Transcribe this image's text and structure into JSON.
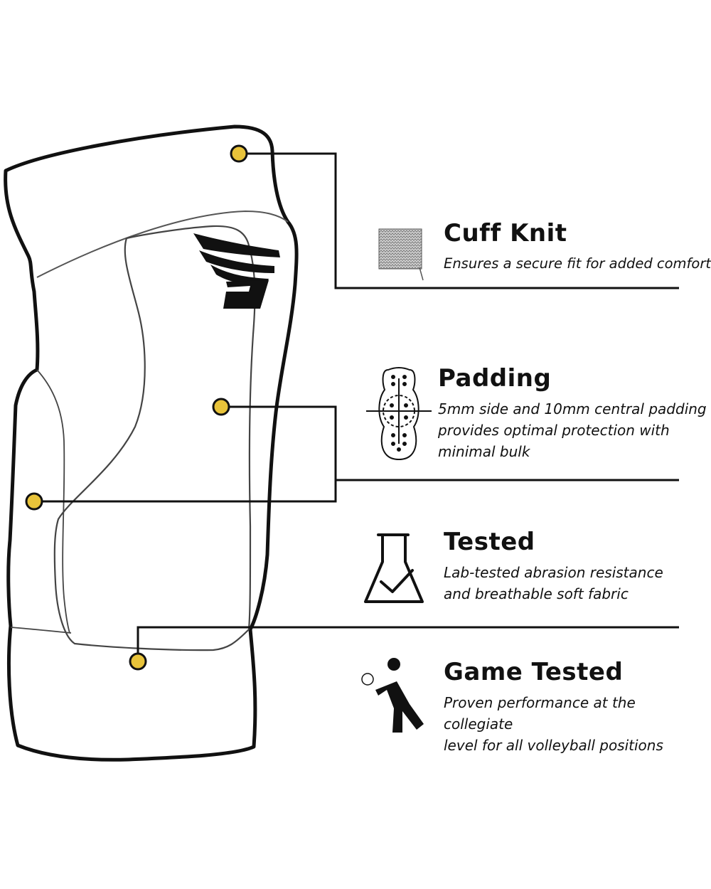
{
  "features": [
    {
      "title": "Cuff Knit",
      "desc_lines": [
        "Ensures a secure fit for added comfort"
      ],
      "icon": "knit-swatch-icon"
    },
    {
      "title": "Padding",
      "desc_lines": [
        "5mm side and 10mm central padding",
        "provides optimal protection with",
        "minimal bulk"
      ],
      "icon": "pad-target-icon"
    },
    {
      "title": "Tested",
      "desc_lines": [
        "Lab-tested abrasion resistance",
        "and breathable soft fabric"
      ],
      "icon": "flask-check-icon"
    },
    {
      "title": "Game Tested",
      "desc_lines": [
        "Proven performance at the collegiate",
        "level for all volleyball positions"
      ],
      "icon": "volleyball-player-icon"
    }
  ],
  "colors": {
    "marker": "#E8C33A",
    "outline": "#111111",
    "inner_line": "#555555",
    "background": "#FFFFFF"
  },
  "logo": "wing-j-logo-icon"
}
